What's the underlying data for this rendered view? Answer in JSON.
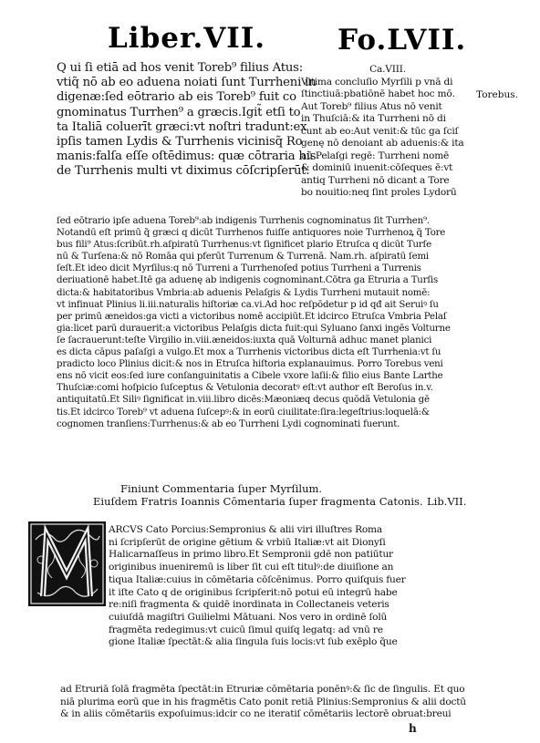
{
  "header": {
    "liber": "Liber.VII.",
    "folio": "Fo.LVII."
  },
  "left_column": [
    "Q ui ſi etiā ad hos venit Toreb⁹ filius Atus:",
    "vtiq̃ nō ab eo aduena noiati ſunt Turrheni in",
    "digenæ:ſed eōtrario ab eis Toreb⁹ fuit co",
    "gnominatus Turrhen⁹ a græcis.Igit̃ etſi to",
    "ta Italiā coluerīt græci:vt noſtri tradunt:ex",
    "ipſis tamen Lydis & Turrhenis vicinisq̃ Ro",
    "manis:falſa eſſe oſtēdimus: quæ cōtraria his",
    "de Turrhenis multi vt diximus cōſcripſerūt."
  ],
  "right_column": {
    "heading": "Ca.VIII.",
    "lines": [
      "Vltima concluſio Myrſili p vnā di",
      "ſtinctiuā:pbatiōnē habet hoc mō.",
      "Aut Toreb⁹ filius Atus nō venit",
      "in Thuſciā:& ita Turrheni nō di",
      "cunt ab eo:Aut venit:& tūc ga ſciſ",
      "genę nō denoiant ab aduenis:& ita",
      "aū Pelaſgi regē: Turrheni nomē",
      "& dominiū inuenit:cōſeques ē:vt",
      "antiq Turrheni nō dicant a Tore",
      "bo nouitio:neq ſint proles Lydorū"
    ],
    "margin_note": "Torebus."
  },
  "full_text": [
    "ſed eōtrario ipſe aduena Toreb⁹:ab indigenis Turrhenis cognominatus ſit Turrhen⁹.",
    "Notandū eſt primū q̃ græci q dicūt Turrhenos fuiſſe antiquores noie Turrhenoꝝ q̃ Tore",
    "bus fili⁹ Atus:ſcribūt.rh.aſpiratū Turrhenus:vt ſignificet plario Etruſca q dicūt Turſe",
    "nū & Turſena:& nō Romāa qui pferūt Turrenum & Turrenā. Nam.rh. aſpiratū ſemi",
    "ſeſt.Et ideo dicit Myrſilus:q nō Turreni a Turrhenoſed potius Turrheni a Turrenis",
    "deriuationē habet.Itē ga aduenę ab indigenis cognominant.Cōtra ga Etruria a Turſis",
    "dicta:& habitatoribus Vmbria:ab aduenis Pelaſgis & Lydis Turrheni mutauit nomē:",
    "vt infinuat Plinius li.iii.naturalis hiſtoriæ ca.vi.Ad hoc reſpōdetur p id qđ ait Seruiꝰ ſu",
    "per primū æneidos:ga victi a victoribus nomē accipiūt.Et idcirco Etruſca Vmbria Pelaſ",
    "gia:licet parū durauerit:a victoribus Pelaſgis dicta fuit:qui Syluano ſanxi ingēs Volturne",
    "ſe ſacrauerunt:teſte Virgilio in.viii.æneidos:iuxta quā Volturnā adhuc manet planici",
    "es dicta cāpus paſaſgi a vulgo.Et mox a Turrhenis victoribus dicta eſt Turrhenia:vt ſu",
    "pradicto loco Plinius dicit:& nos in Etruſca hiſtoria explanauimus. Porro Torebus veni",
    "ens nō vicit eos:ſed iure conſanguinitatis a Cibele vxore laſii:& filio eius Bante Larthe",
    "Thuſciæ:comi hoſpicio ſuſceptus & Vetulonia decoratꝰ eſt:vt author eſt Beroſus in.v.",
    "antiquitatū.Et Siliꝰ ſignificat in.viii.libro dicēs:Mæoniæq decus quōdā Vetulonia gē",
    "tis.Et idcirco Toreb⁹ vt aduena ſuſcepꝰ:& in eorū ciuilitate:ſira:legeſtrius:loquelā:&",
    "cognomen tranſiens:Turrhenus:& ab eo Turrheni Lydi cognominati fuerunt."
  ],
  "colophon": {
    "line1": "Finiunt Commentaria ſuper Myrſilum.",
    "line2": "Eiuſdem Fratris Ioannis Cōmentaria ſuper fragmenta Catonis.",
    "lib": "Lib.VII."
  },
  "initial": {
    "letter": "M"
  },
  "bottom_right": [
    "ARCVS Cato Porcius:Sempronius & alii viri illuſtres Roma",
    "ni ſcripſerūt de origine gētium & vrbiū Italiæ:vt ait Dionyſi",
    "Halicarnaſſeus in primo libro.Et Sempronii gdē non patiūtur",
    "originibus inueniremū is liber ſit cui eſt titulꝰ:de diuiſione an",
    "tiqua Italiæ:cuius in cōmētaria cōſcēnimus. Porro quiſquis fuer",
    "it iſte Cato q de originibus ſcripſerit:nō potui eū integrū habe",
    "re:niſi fragmenta & quidē inordinata in Collectaneis veteris",
    "cuiuſdā magiſtri Guilielmi Mātuani. Nos vero in ordinē ſolū",
    "fragmēta redegimus:vt cuicū ſimul quiſq legatq: ad vnū re",
    "gione Italiæ ſpectāt:& alia ſingula ſuis locis:vt ſub exēplo q̃ue"
  ],
  "bottom_full": [
    "ad Etruriā ſolā fragmēta ſpectāt:in Etruriæ cōmētaria ponēnꝰ:& ſic de ſingulis. Et quo",
    "niā plurima eorū que in his fragmētis Cato ponit retiā Plinius:Sempronius & alii doctū",
    "& in aliis cōmētariis expoſuimus:idcir co ne iteratiſ cōmētariis lectorē obruat:breui"
  ],
  "catchword": "h"
}
